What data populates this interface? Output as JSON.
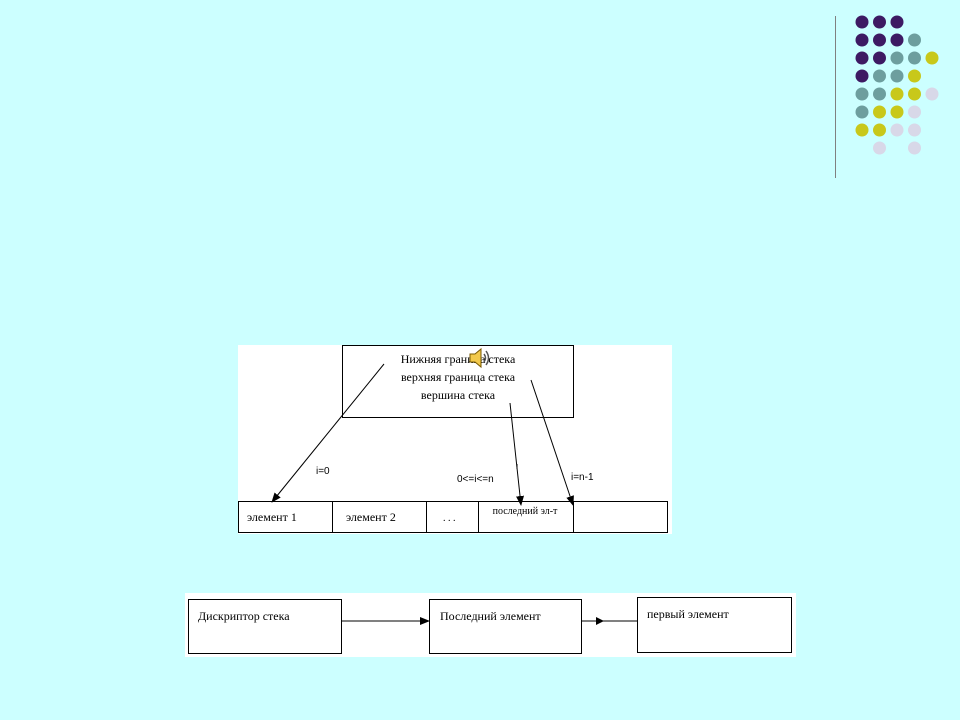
{
  "decoration": {
    "colors": {
      "purple": "#3d1a63",
      "teal": "#6d9e9e",
      "olive": "#c8c81a",
      "lavender": "#d8d8e8"
    },
    "rows": [
      [
        "purple",
        "purple",
        "purple",
        ""
      ],
      [
        "purple",
        "purple",
        "purple",
        "teal"
      ],
      [
        "purple",
        "purple",
        "teal",
        "teal",
        "olive"
      ],
      [
        "purple",
        "teal",
        "teal",
        "olive"
      ],
      [
        "teal",
        "teal",
        "olive",
        "olive",
        "lavender"
      ],
      [
        "teal",
        "olive",
        "olive",
        "lavender"
      ],
      [
        "olive",
        "olive",
        "lavender",
        "lavender"
      ],
      [
        "",
        "lavender",
        "",
        "lavender"
      ]
    ]
  },
  "stack_diagram": {
    "descriptor_box": {
      "line1": "Нижняя граница стека",
      "line2": "верхняя граница стека",
      "line3": "вершина стека"
    },
    "label_i0": "i=0",
    "label_range": "0<=i<=n",
    "label_n1": "i=n-1",
    "cells": [
      "элемент 1",
      "элемент 2",
      ". . .",
      "последний эл-т",
      ""
    ]
  },
  "list_diagram": {
    "descriptor": "Дискриптор стека",
    "last": "Последний элемент",
    "first": "первый элемент"
  },
  "icons": {
    "speaker": "speaker-icon"
  }
}
